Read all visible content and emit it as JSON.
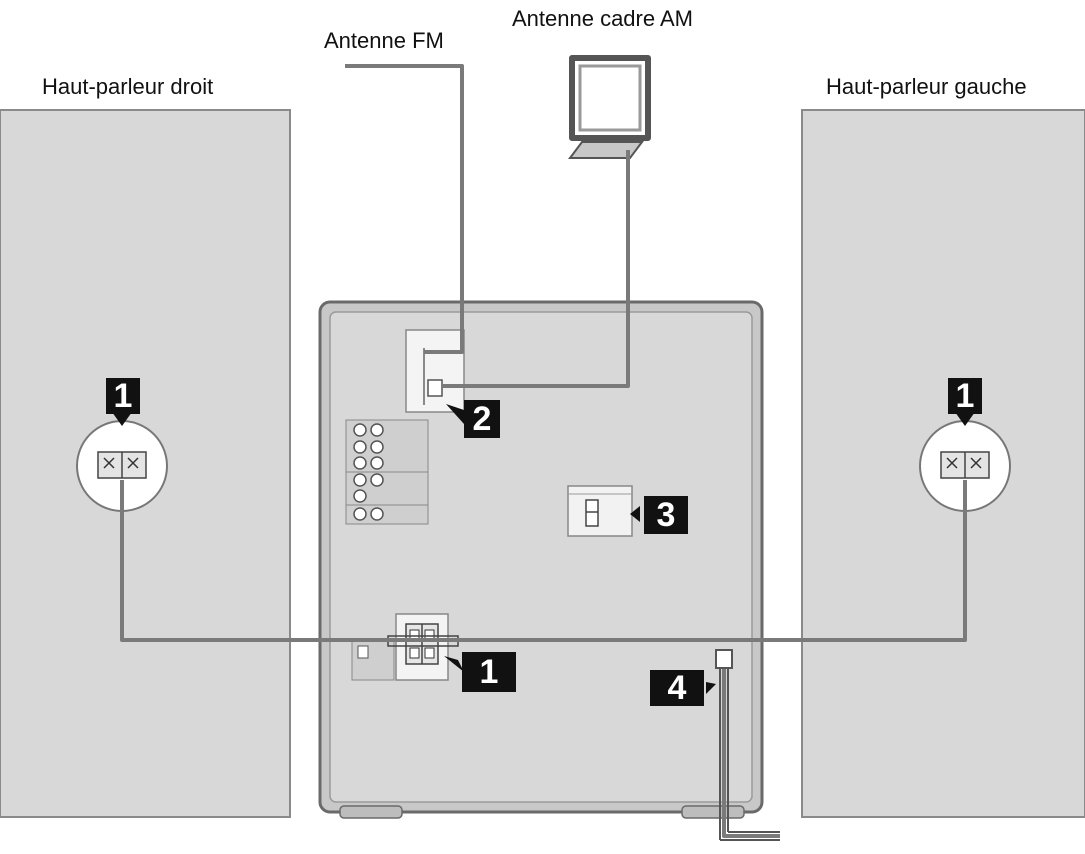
{
  "labels": {
    "fm_antenna": "Antenne FM",
    "am_antenna": "Antenne cadre AM",
    "right_speaker": "Haut-parleur droit",
    "left_speaker": "Haut-parleur gauche"
  },
  "callouts": {
    "speaker_terminal_right": "1",
    "speaker_terminal_left": "1",
    "speaker_terminal_unit": "1",
    "antenna_terminal": "2",
    "voltage_selector": "3",
    "power_cord": "4"
  },
  "colors": {
    "panel_fill": "#d8d8d8",
    "unit_outline": "#6a6a6a",
    "cable": "#7a7a7a",
    "badge": "#111111"
  }
}
